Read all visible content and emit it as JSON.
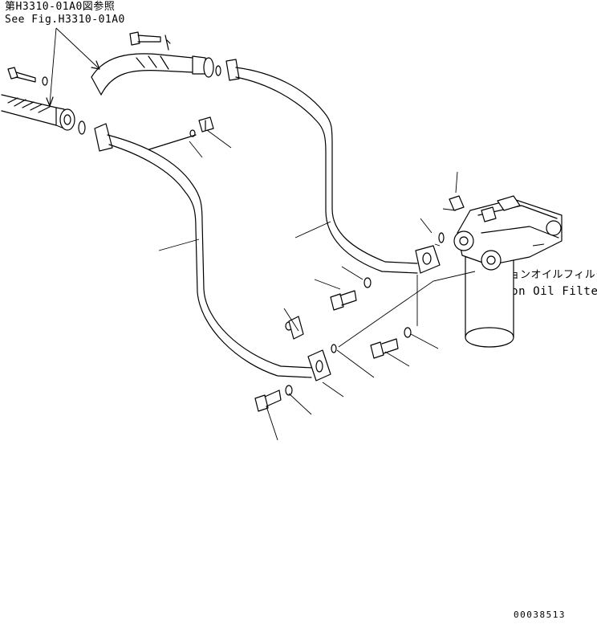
{
  "reference": {
    "jp": "第H3310-01A0図参照",
    "en": "See Fig.H3310-01A0"
  },
  "filter_label": {
    "jp": "ミッションオイルフィルタ",
    "en": "Mission Oil Filter"
  },
  "drawing_number": "00038513",
  "colors": {
    "line": "#000000",
    "background": "#ffffff"
  }
}
